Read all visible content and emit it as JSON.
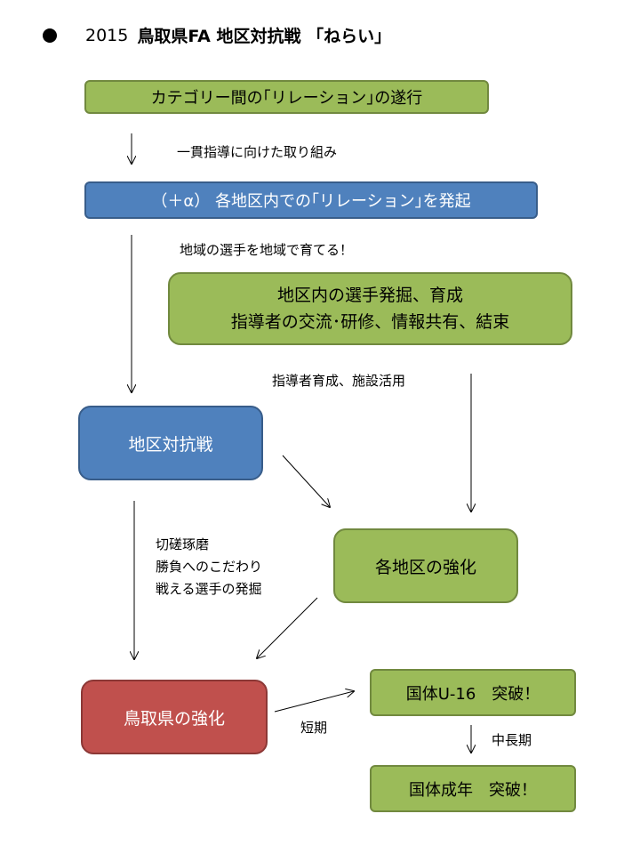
{
  "title": {
    "year": "2015",
    "text": "鳥取県FA 地区対抗戦 「ねらい」"
  },
  "boxes": {
    "category_relation": "カテゴリー間の｢リレーション｣の遂行",
    "district_relation": "（＋α） 各地区内での｢リレーション｣を発起",
    "district_development_line1": "地区内の選手発掘、育成",
    "district_development_line2": "指導者の交流･研修、情報共有、結束",
    "district_match": "地区対抗戦",
    "district_strengthen": "各地区の強化",
    "tottori_strengthen": "鳥取県の強化",
    "kokutai_u16": "国体U-16　突破！",
    "kokutai_adult": "国体成年　突破！"
  },
  "notes": {
    "consistent_coaching": "一貫指導に向けた取り組み",
    "regional_players": "地域の選手を地域で育てる！",
    "coach_facility": "指導者育成、施設活用",
    "match_benefit_1": "切磋琢磨",
    "match_benefit_2": "勝負へのこだわり",
    "match_benefit_3": "戦える選手の発掘",
    "short_term": "短期",
    "mid_long_term": "中長期"
  },
  "colors": {
    "green_fill": "#9bbb59",
    "blue_fill": "#4f81bd",
    "red_fill": "#c0504d"
  }
}
